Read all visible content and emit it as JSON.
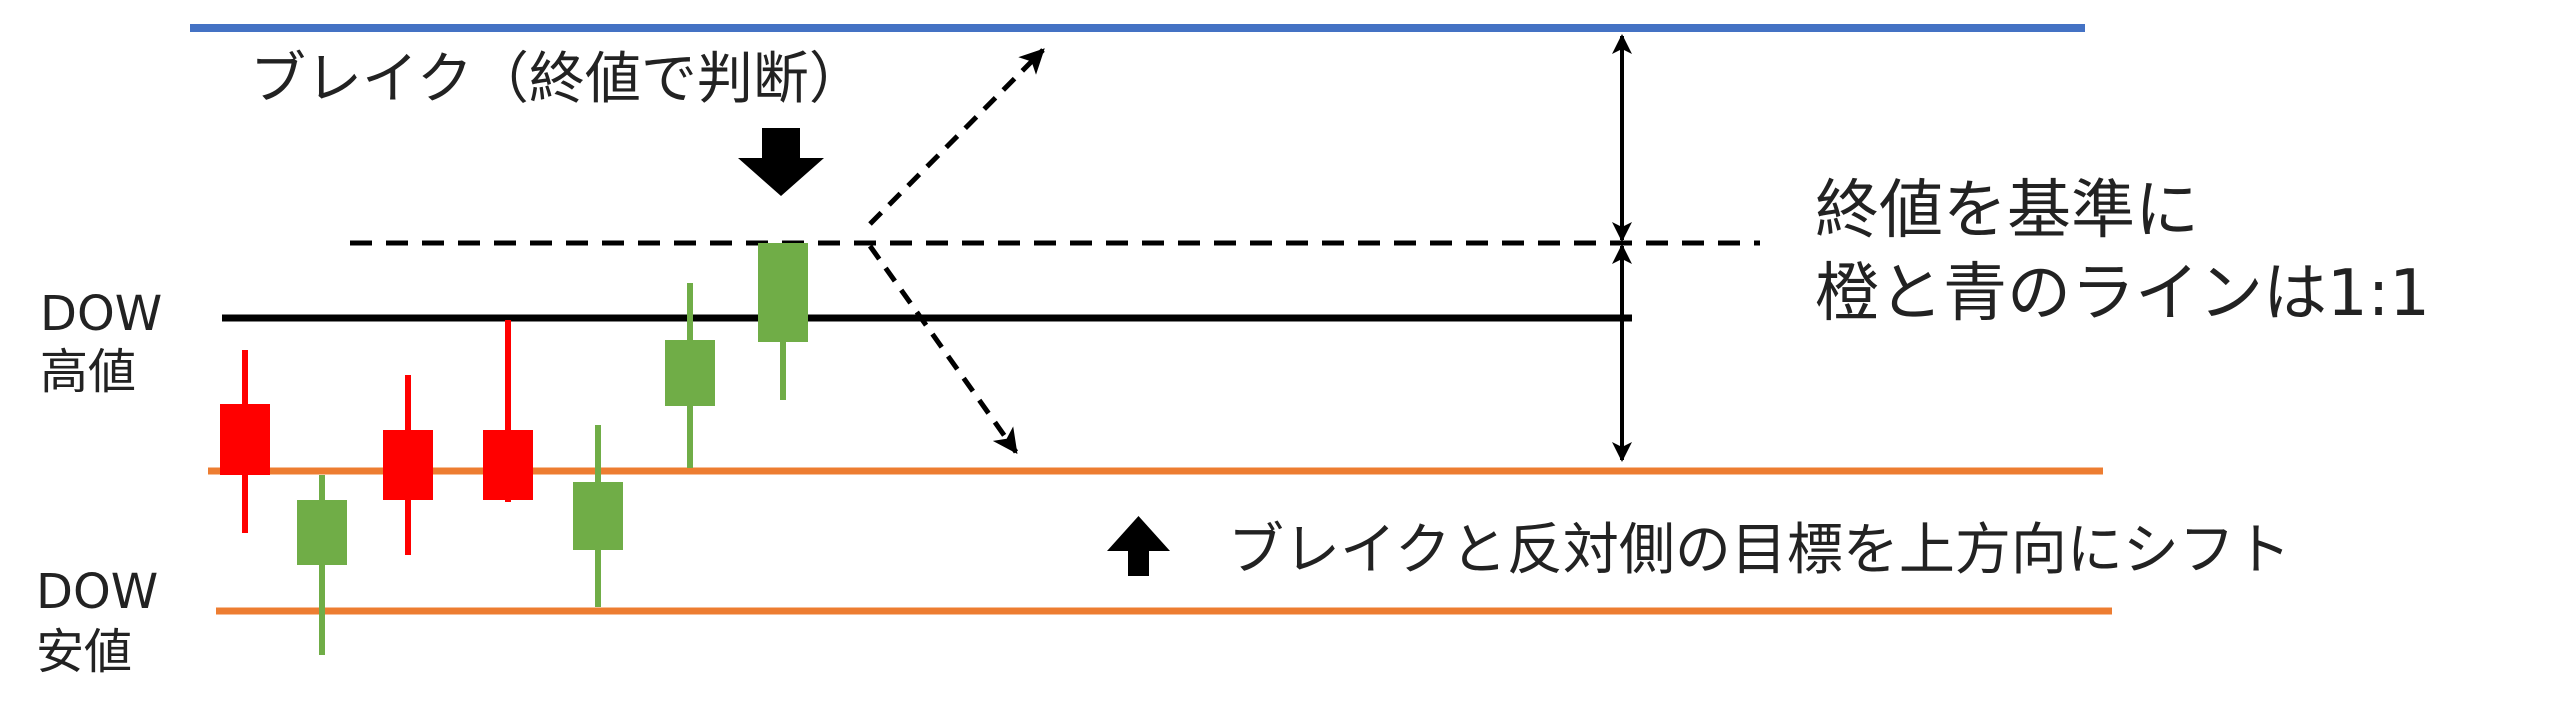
{
  "labels": {
    "dow_high_line1": "DOW",
    "dow_high_line2": "高値",
    "dow_low_line1": "DOW",
    "dow_low_line2": "安値",
    "break_label": "ブレイク（終値で判断）",
    "ratio_line1": "終値を基準に",
    "ratio_line2": "橙と青のラインは1:1",
    "shift_note": "ブレイクと反対側の目標を上方向にシフト"
  },
  "colors": {
    "blue_target": "#4472c4",
    "orange_target": "#ed7d31",
    "bear_candle": "#ff0000",
    "bull_candle": "#70ad47",
    "line_black": "#000000"
  },
  "candles": [
    {
      "type": "bear",
      "high": 350,
      "open": 404,
      "close": 475,
      "low": 533
    },
    {
      "type": "bull",
      "high": 475,
      "open": 565,
      "close": 500,
      "low": 655
    },
    {
      "type": "bear",
      "high": 375,
      "open": 430,
      "close": 500,
      "low": 555
    },
    {
      "type": "bear",
      "high": 320,
      "open": 430,
      "close": 500,
      "low": 502
    },
    {
      "type": "bull",
      "high": 425,
      "open": 550,
      "close": 482,
      "low": 607
    },
    {
      "type": "bull",
      "high": 283,
      "open": 406,
      "close": 340,
      "low": 468
    },
    {
      "type": "bull",
      "high": 243,
      "open": 243,
      "close": 342,
      "low": 400
    }
  ],
  "icons": {
    "break_arrow": "down-arrow-icon",
    "shift_arrow": "up-arrow-icon"
  }
}
